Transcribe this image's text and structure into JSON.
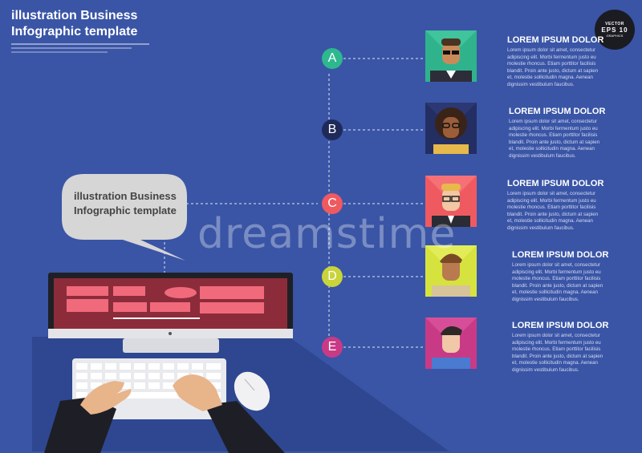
{
  "header": {
    "title_line1": "illustration Business",
    "title_line2": "Infographic template"
  },
  "badge": {
    "line1": "VECTOR",
    "line2": "EPS 10",
    "line3": "GRAPHICS"
  },
  "bubble": {
    "line1": "illustration Business",
    "line2": "Infographic template"
  },
  "watermark": "dreamstime",
  "items": [
    {
      "letter": "A",
      "color": "#2db88f",
      "title": "LOREM IPSUM DOLOR",
      "body": "Lorem ipsum dolor sit amet, consectetur adipiscing elit. Morbi fermentum justo eu molestie rhoncus. Etiam porttitor facilisis blandit. Proin ante justo, dictum at sapien et, molestie sollicitudin magna. Aenean dignissim vestibulum faucibus."
    },
    {
      "letter": "B",
      "color": "#1f2a5a",
      "title": "LOREM IPSUM DOLOR",
      "body": "Lorem ipsum dolor sit amet, consectetur adipiscing elit. Morbi fermentum justo eu molestie rhoncus. Etiam porttitor facilisis blandit. Proin ante justo, dictum at sapien et, molestie sollicitudin magna. Aenean dignissim vestibulum faucibus."
    },
    {
      "letter": "C",
      "color": "#ef5a60",
      "title": "LOREM IPSUM DOLOR",
      "body": "Lorem ipsum dolor sit amet, consectetur adipiscing elit. Morbi fermentum justo eu molestie rhoncus. Etiam porttitor facilisis blandit. Proin ante justo, dictum at sapien et, molestie sollicitudin magna. Aenean dignissim vestibulum faucibus."
    },
    {
      "letter": "D",
      "color": "#c8d43a",
      "title": "LOREM IPSUM DOLOR",
      "body": "Lorem ipsum dolor sit amet, consectetur adipiscing elit. Morbi fermentum justo eu molestie rhoncus. Etiam porttitor facilisis blandit. Proin ante justo, dictum at sapien et, molestie sollicitudin magna. Aenean dignissim vestibulum faucibus."
    },
    {
      "letter": "E",
      "color": "#c93a86",
      "title": "LOREM IPSUM DOLOR",
      "body": "Lorem ipsum dolor sit amet, consectetur adipiscing elit. Morbi fermentum justo eu molestie rhoncus. Etiam porttitor facilisis blandit. Proin ante justo, dictum at sapien et, molestie sollicitudin magna. Aenean dignissim vestibulum faucibus."
    }
  ]
}
